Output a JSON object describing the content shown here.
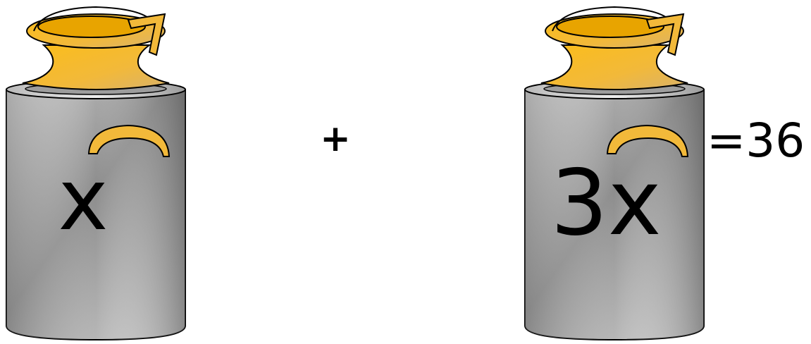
{
  "equation": {
    "weight_left_label": "x",
    "operator": "+",
    "weight_right_label": "3x",
    "result": "=36"
  },
  "colors": {
    "weight_body_light": "#d8d8d8",
    "weight_body_dark": "#5f5f5f",
    "weight_outline": "#000000",
    "knob_light": "#fbc73d",
    "knob_dark": "#e8a400",
    "knob_shade": "#d9b56a",
    "text": "#000000",
    "background": "#ffffff"
  }
}
